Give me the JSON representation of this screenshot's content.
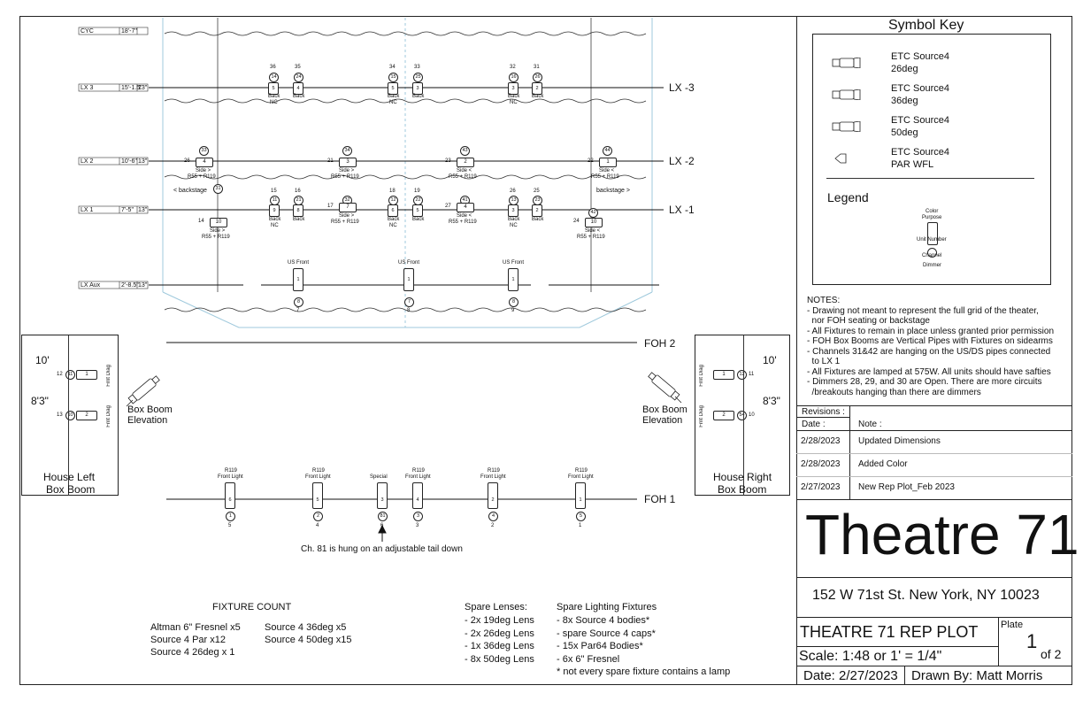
{
  "pipes": {
    "cyc": {
      "tag": "CYC",
      "trim": "18'-7\""
    },
    "lx3": {
      "tag": "LX 3",
      "trim": "15'-1.5\"",
      "cap": "13\"",
      "name": "LX -3"
    },
    "lx2": {
      "tag": "LX 2",
      "trim": "10'-6\"",
      "cap": "13\"",
      "name": "LX -2"
    },
    "lx1": {
      "tag": "LX 1",
      "trim": "7'-5\"",
      "cap": "13\"",
      "name": "LX -1"
    },
    "lxaux": {
      "tag": "LX Aux",
      "trim": "2'-8.5\"",
      "cap": "13\""
    },
    "foh2": {
      "name": "FOH 2"
    },
    "foh1": {
      "name": "FOH 1"
    }
  },
  "lx3_fixtures": [
    {
      "channel": "36",
      "unit": "14",
      "dimmer": "5",
      "purpose": "Back",
      "note": "NC"
    },
    {
      "channel": "35",
      "unit": "24",
      "dimmer": "4",
      "purpose": "Back",
      "note": ""
    },
    {
      "channel": "34",
      "unit": "15",
      "dimmer": "5",
      "purpose": "Back",
      "note": "NC"
    },
    {
      "channel": "33",
      "unit": "25",
      "dimmer": "3",
      "purpose": "Back",
      "note": ""
    },
    {
      "channel": "32",
      "unit": "16",
      "dimmer": "3",
      "purpose": "Back",
      "note": "NC"
    },
    {
      "channel": "31",
      "unit": "26",
      "dimmer": "2",
      "purpose": "Back",
      "note": ""
    }
  ],
  "lx2_fixtures": [
    {
      "channel": "33",
      "unit": "4",
      "dimmer": "26",
      "purpose": "Side >",
      "color": "R55 + R119"
    },
    {
      "channel": "34",
      "unit": "3",
      "dimmer": "21",
      "purpose": "Side >",
      "color": "R55 + R119"
    },
    {
      "channel": "43",
      "unit": "2",
      "dimmer": "23",
      "purpose": "Side <",
      "color": "R55 + R119"
    },
    {
      "channel": "44",
      "unit": "1",
      "dimmer": "22",
      "purpose": "Side <",
      "color": "R55 + R119"
    }
  ],
  "lx1_fixtures": [
    {
      "channel": "15",
      "unit": "11",
      "dimmer": "9",
      "purpose": "Back",
      "note": "NC"
    },
    {
      "channel": "16",
      "unit": "21",
      "dimmer": "8",
      "purpose": "Back",
      "note": ""
    },
    {
      "channel": "18",
      "unit": "12",
      "dimmer": "6",
      "purpose": "Back",
      "note": "NC"
    },
    {
      "channel": "19",
      "unit": "22",
      "dimmer": "5",
      "purpose": "Back",
      "note": ""
    },
    {
      "channel": "26",
      "unit": "13",
      "dimmer": "3",
      "purpose": "Back",
      "note": "NC"
    },
    {
      "channel": "25",
      "unit": "23",
      "dimmer": "2",
      "purpose": "Back",
      "note": ""
    }
  ],
  "lx1_side": [
    {
      "channel": "31",
      "unit": "10",
      "dimmer": "14",
      "purpose": "Side >",
      "color": "R55 + R119"
    },
    {
      "channel": "32",
      "unit": "7",
      "dimmer": "17",
      "purpose": "Side >",
      "color": "R55 + R119"
    },
    {
      "channel": "41",
      "unit": "4",
      "dimmer": "27",
      "purpose": "Side <",
      "color": "R55 + R119"
    },
    {
      "channel": "42",
      "unit": "10",
      "dimmer": "24",
      "purpose": "Side <",
      "color": "R55 + R119"
    }
  ],
  "backstage_left": "< backstage",
  "backstage_right": "backstage >",
  "us_front": [
    {
      "label": "US Front",
      "unit": "1",
      "channel": "8",
      "dimmer": "7"
    },
    {
      "label": "US Front",
      "unit": "1",
      "channel": "7",
      "dimmer": "8"
    },
    {
      "label": "US Front",
      "unit": "1",
      "channel": "8",
      "dimmer": "9"
    }
  ],
  "box_left": {
    "title1": "House Left",
    "title2": "Box Boom",
    "h1": "10'",
    "h2": "8'3\"",
    "u1": "1",
    "u2": "2",
    "c1": "11",
    "c2": "10",
    "d1": "12",
    "d2": "13",
    "purpose": "Frnt Diag"
  },
  "box_right": {
    "title1": "House Right",
    "title2": "Box Boom",
    "h1": "10'",
    "h2": "8'3\"",
    "u1": "1",
    "u2": "2",
    "c1": "12",
    "c2": "54",
    "d1": "11",
    "d2": "10",
    "purpose": "Frnt Diag"
  },
  "box_elev": {
    "line1": "Box Boom",
    "line2": "Elevation"
  },
  "foh1_fixtures": [
    {
      "color": "R119",
      "purpose": "Front Light",
      "unit": "6",
      "channel": "1",
      "dimmer": "5"
    },
    {
      "color": "R119",
      "purpose": "Front Light",
      "unit": "5",
      "channel": "2",
      "dimmer": "4"
    },
    {
      "color": "",
      "purpose": "Special",
      "unit": "3",
      "channel": "81",
      "dimmer": "6"
    },
    {
      "color": "R119",
      "purpose": "Front Light",
      "unit": "4",
      "channel": "3",
      "dimmer": "3"
    },
    {
      "color": "R119",
      "purpose": "Front Light",
      "unit": "2",
      "channel": "4",
      "dimmer": "2"
    },
    {
      "color": "R119",
      "purpose": "Front Light",
      "unit": "1",
      "channel": "5",
      "dimmer": "1"
    }
  ],
  "tail_note": "Ch. 81 is hung on an adjustable tail down",
  "fixture_count": {
    "title": "FIXTURE COUNT",
    "col1": [
      "Altman 6\" Fresnel x5",
      "Source 4 Par x12",
      "Source 4 26deg x 1"
    ],
    "col2": [
      "Source 4 36deg x5",
      "Source 4 50deg x15"
    ]
  },
  "spare_lenses": {
    "title": "Spare Lenses:",
    "items": [
      "- 2x 19deg Lens",
      "- 2x 26deg Lens",
      "- 1x 36deg Lens",
      "- 8x 50deg Lens"
    ]
  },
  "spare_fixtures": {
    "title": "Spare Lighting Fixtures",
    "items": [
      "- 8x Source 4 bodies*",
      "- spare Source 4 caps*",
      "- 15x Par64 Bodies*",
      "- 6x 6\" Fresnel",
      "* not every spare fixture contains a lamp"
    ]
  },
  "symbol_key": {
    "title": "Symbol Key",
    "items": [
      {
        "icon": "source4-26-icon",
        "line1": "ETC Source4",
        "line2": "26deg"
      },
      {
        "icon": "source4-36-icon",
        "line1": "ETC Source4",
        "line2": "36deg"
      },
      {
        "icon": "source4-50-icon",
        "line1": "ETC Source4",
        "line2": "50deg"
      },
      {
        "icon": "par-wfl-icon",
        "line1": "ETC Source4",
        "line2": "PAR WFL"
      }
    ],
    "legend_title": "Legend",
    "legend_labels": [
      "Color",
      "Purpose",
      "Unit Number",
      "Channel",
      "Dimmer"
    ]
  },
  "notes": {
    "title": "NOTES:",
    "lines": [
      "- Drawing not meant to represent the full grid of the theater,",
      "  nor FOH seating or backstage",
      "- All Fixtures to remain in place unless granted prior permission",
      "- FOH Box Booms are Vertical Pipes with Fixtures on sidearms",
      "- Channels 31&42 are hanging on the US/DS pipes connected",
      "  to LX 1",
      "- All Fixtures are lamped at 575W. All units should have safties",
      "- Dimmers 28, 29, and 30 are Open. There are more circuits",
      "  /breakouts hanging than there are dimmers"
    ]
  },
  "revisions": {
    "title": "Revisions :",
    "date_header": "Date :",
    "note_header": "Note :",
    "rows": [
      {
        "date": "2/28/2023",
        "note": "Updated Dimensions"
      },
      {
        "date": "2/28/2023",
        "note": "Added Color"
      },
      {
        "date": "2/27/2023",
        "note": "New Rep Plot_Feb 2023"
      }
    ]
  },
  "title_block": {
    "venue": "Theatre 71",
    "address": "152 W 71st St. New York, NY 10023",
    "plot_title": "THEATRE 71 REP PLOT",
    "scale": "Scale: 1:48 or 1' = 1/4\"",
    "plate_label": "Plate",
    "plate_num": "1",
    "plate_of": "of 2",
    "date": "Date: 2/27/2023",
    "drawn_by": "Drawn By: Matt Morris"
  }
}
